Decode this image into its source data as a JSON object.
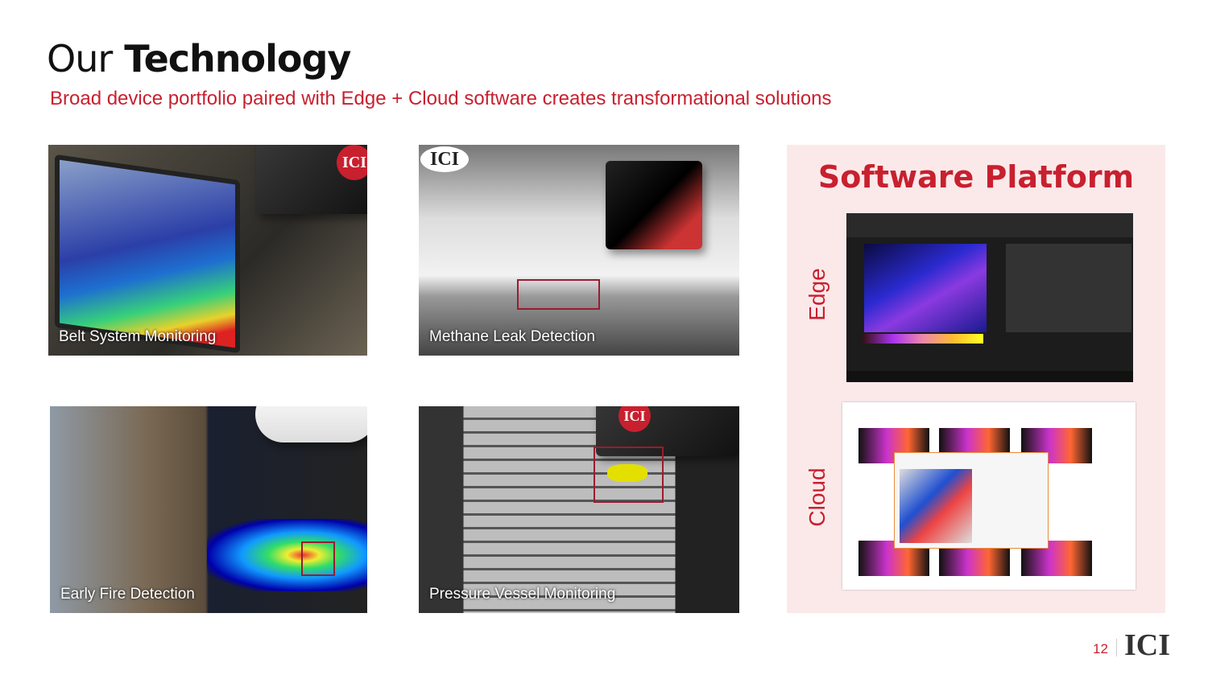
{
  "header": {
    "title_light": "Our",
    "title_bold": "Technology",
    "subtitle": "Broad device portfolio paired with Edge + Cloud software creates transformational solutions"
  },
  "panels": [
    {
      "caption": "Belt System Monitoring"
    },
    {
      "caption": "Methane Leak Detection"
    },
    {
      "caption": "Early Fire Detection"
    },
    {
      "caption": "Pressure Vessel Monitoring"
    }
  ],
  "software": {
    "title": "Software Platform",
    "edge_label": "Edge",
    "cloud_label": "Cloud"
  },
  "footer": {
    "page_number": "12",
    "brand": "ICI"
  },
  "colors": {
    "accent": "#c8202f",
    "panel_bg": "#fbe9ea"
  }
}
